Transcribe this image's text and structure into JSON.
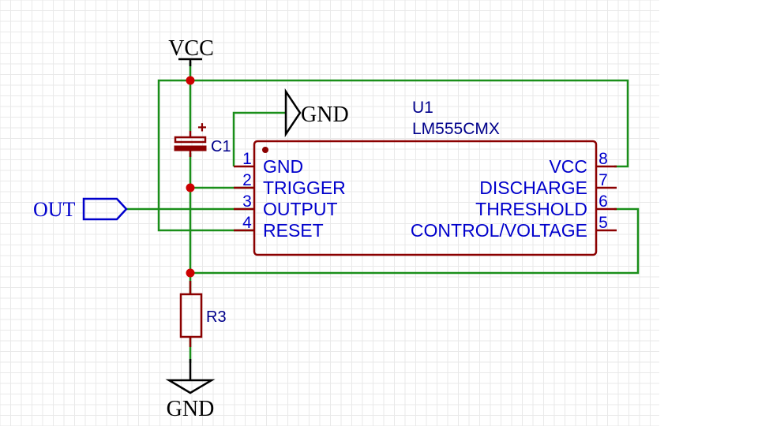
{
  "schematic": {
    "power": {
      "vcc_label": "VCC",
      "gnd_top_label": "GND",
      "gnd_bottom_label": "GND"
    },
    "port": {
      "out_label": "OUT"
    },
    "capacitor": {
      "designator": "C1",
      "polarity": "+"
    },
    "resistor": {
      "designator": "R3"
    },
    "ic": {
      "designator": "U1",
      "part": "LM555CMX",
      "pins_left": [
        {
          "num": "1",
          "name": "GND"
        },
        {
          "num": "2",
          "name": "TRIGGER"
        },
        {
          "num": "3",
          "name": "OUTPUT"
        },
        {
          "num": "4",
          "name": "RESET"
        }
      ],
      "pins_right": [
        {
          "num": "8",
          "name": "VCC"
        },
        {
          "num": "7",
          "name": "DISCHARGE"
        },
        {
          "num": "6",
          "name": "THRESHOLD"
        },
        {
          "num": "5",
          "name": "CONTROL/VOLTAGE"
        }
      ]
    },
    "colors": {
      "wire": "#1a8f1a",
      "component": "#8b0000",
      "pin_text": "#0000cc",
      "power_pin_text": "#ff0000",
      "junction": "#cc0000"
    }
  }
}
